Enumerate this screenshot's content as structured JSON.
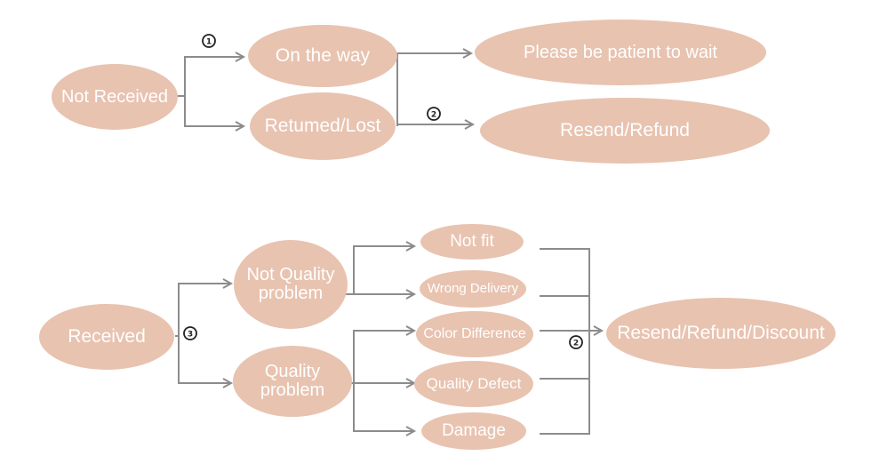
{
  "colors": {
    "node_fill": "#e8c3b0",
    "node_text": "#ffffff",
    "connector": "#8c8c8c",
    "badge": "#222222"
  },
  "nodes": {
    "not_received": "Not Received",
    "on_the_way": "On the way",
    "returned_lost": "Retumed/Lost",
    "please_wait": "Please be patient to wait",
    "resend_refund": "Resend/Refund",
    "received": "Received",
    "not_quality_problem": "Not Quality problem",
    "quality_problem": "Quality problem",
    "not_fit": "Not fit",
    "wrong_delivery": "Wrong Delivery",
    "color_difference": "Color Difference",
    "quality_defect": "Quality Defect",
    "damage": "Damage",
    "resend_refund_discount": "Resend/Refund/Discount"
  },
  "badges": {
    "one": "1",
    "two": "2",
    "three": "3"
  }
}
